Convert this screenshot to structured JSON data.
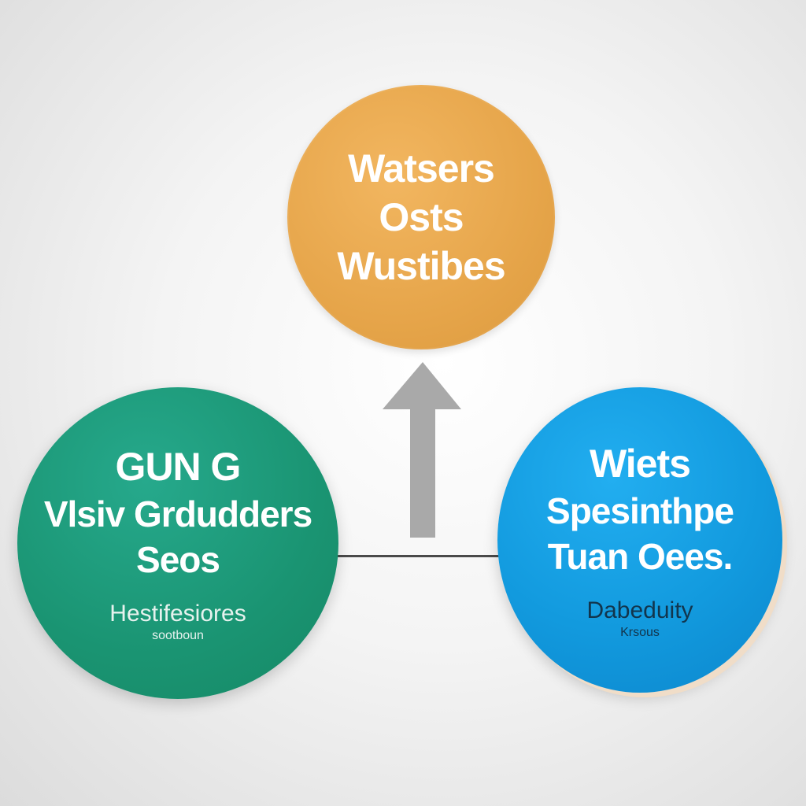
{
  "top_node": {
    "lines": [
      "Watsers",
      "Osts",
      "Wustibes"
    ]
  },
  "left_node": {
    "lines": [
      "GUN G",
      "Vlsiv Grdudders",
      "Seos"
    ],
    "sub_lines": [
      "Hestifesiores",
      "sootboun"
    ]
  },
  "right_node": {
    "lines": [
      "Wiets",
      "Spesinthpe",
      "Tuan Oees."
    ],
    "sub_lines": [
      "Dabeduity",
      "Krsous"
    ]
  },
  "colors": {
    "top": "#e6a54a",
    "left": "#1a9472",
    "right": "#129ade",
    "arrow": "#a8a8a8",
    "connector": "#4a4a4a"
  }
}
